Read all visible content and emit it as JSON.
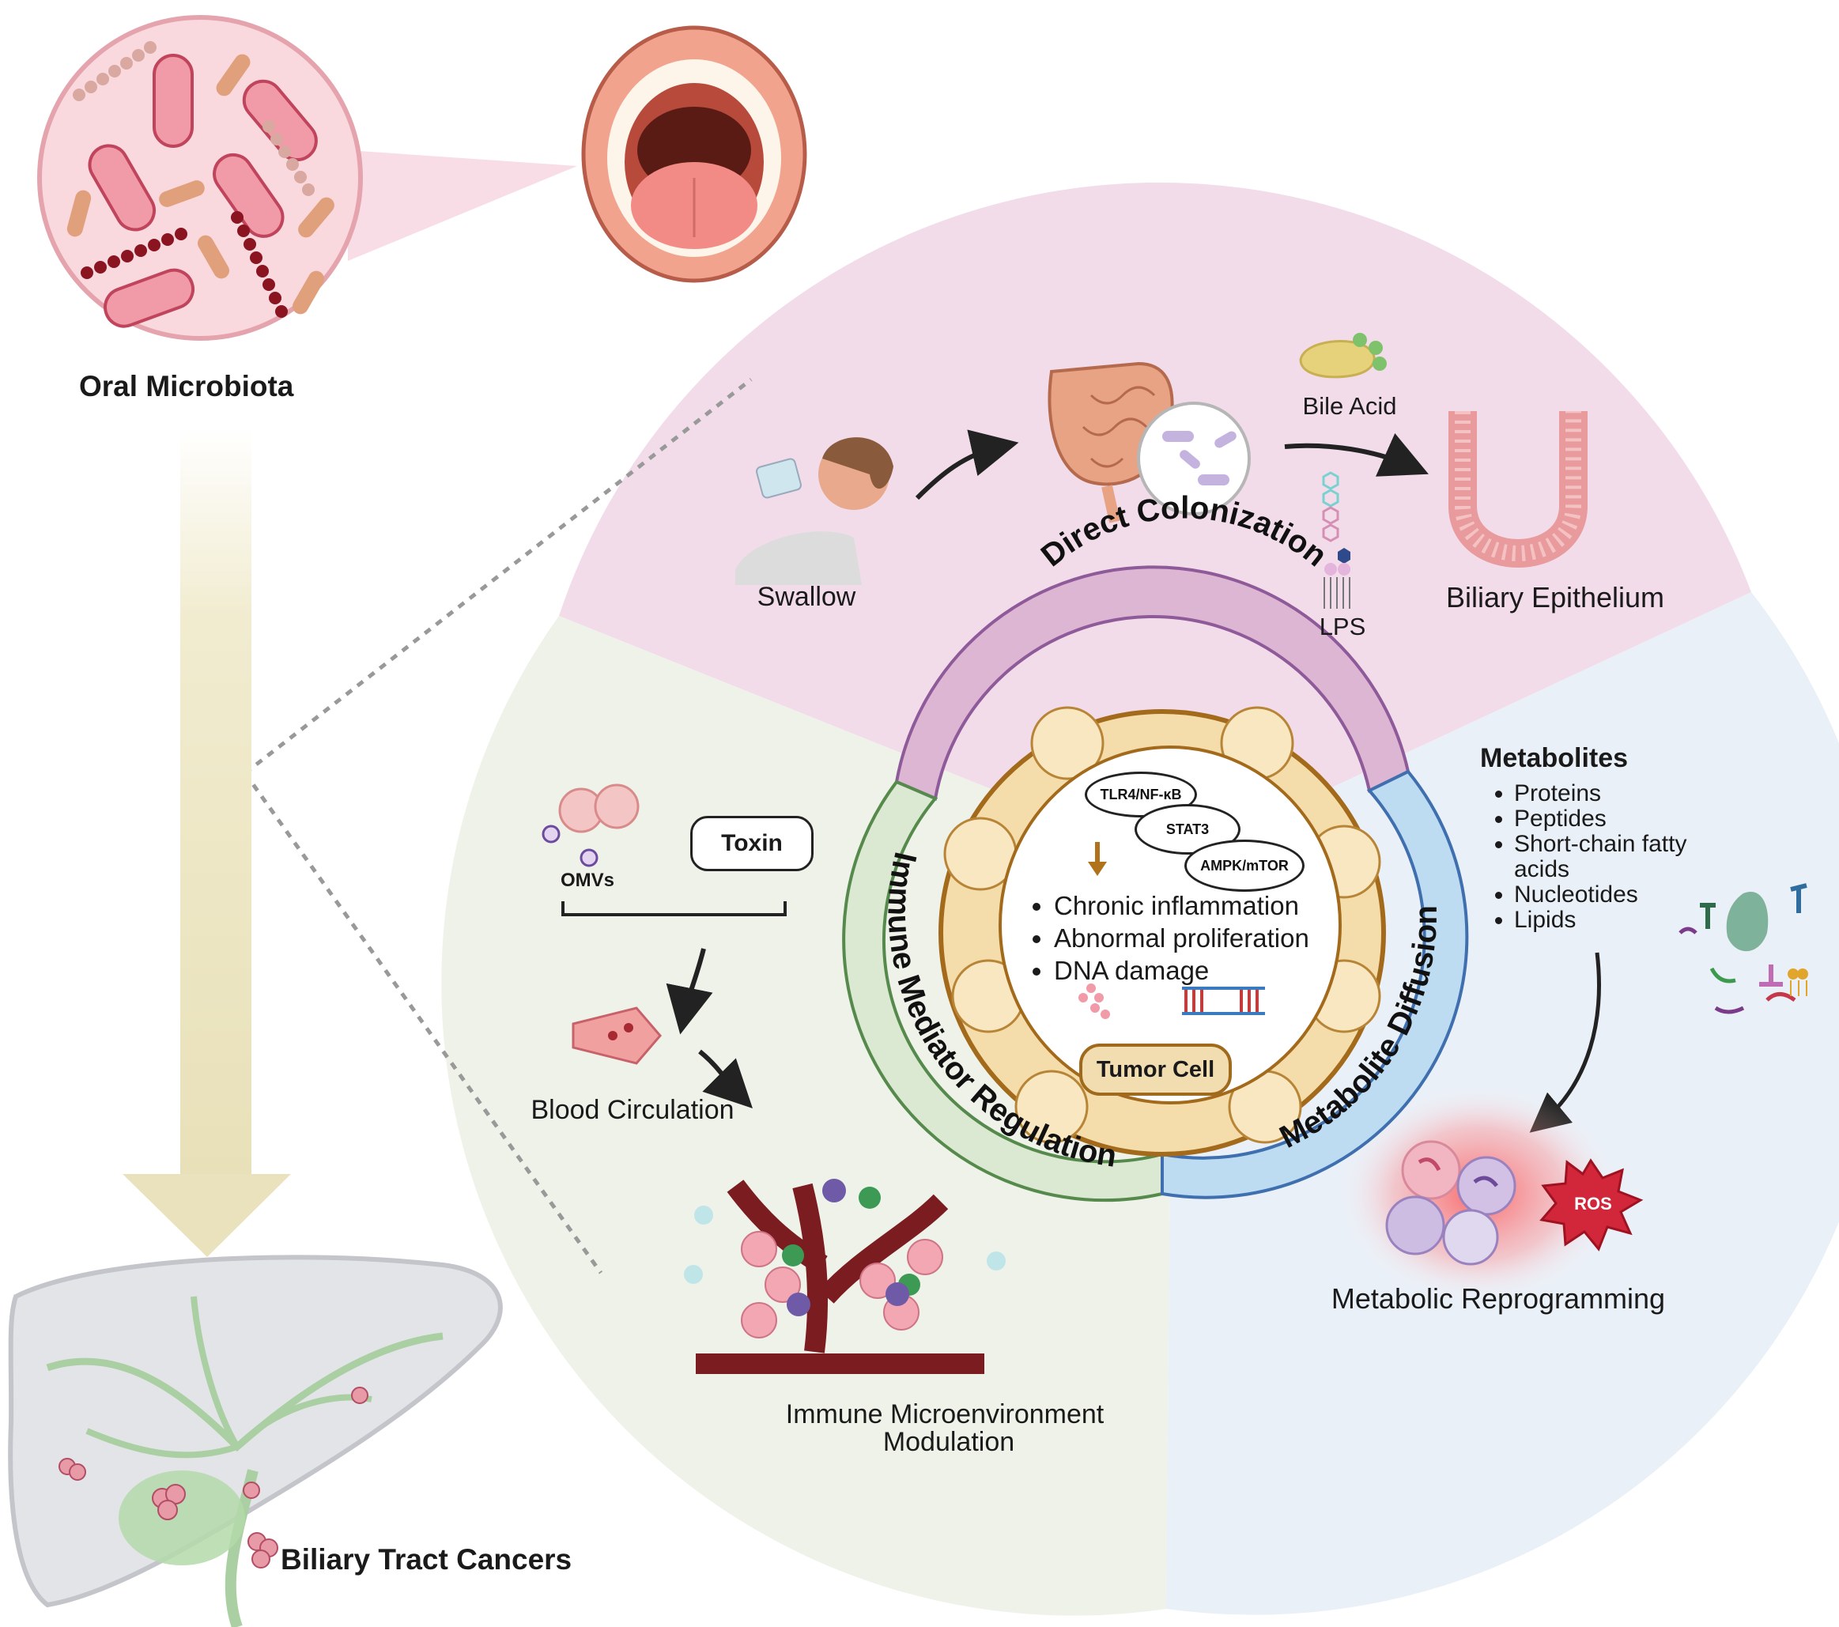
{
  "left": {
    "oral_title": "Oral Microbiota",
    "btc_title": "Biliary Tract Cancers"
  },
  "top_segment": {
    "swallow": "Swallow",
    "bile_acid": "Bile Acid",
    "lps": "LPS",
    "biliary_epithelium": "Biliary Epithelium"
  },
  "left_segment": {
    "omvs": "OMVs",
    "toxin": "Toxin",
    "blood_circulation": "Blood Circulation",
    "immune_line1": "Immune Microenvironment",
    "immune_line2": "Modulation"
  },
  "right_segment": {
    "metabolites_title": "Metabolites",
    "metabolites": [
      "Proteins",
      "Peptides",
      "Short-chain fatty",
      "acids",
      "Nucleotides",
      "Lipids"
    ],
    "ros": "ROS",
    "metabolic_reprogramming": "Metabolic Reprogramming"
  },
  "ring": {
    "direct_colonization": "Direct Colonization",
    "immune_mediator": "Immune Mediator Regulation",
    "metabolite_diffusion": "Metabolite Diffusion"
  },
  "center": {
    "pathways": [
      "TLR4/NF-κB",
      "STAT3",
      "AMPK/mTOR"
    ],
    "effects": [
      "Chronic inflammation",
      "Abnormal proliferation",
      "DNA damage"
    ],
    "tumor_cell": "Tumor Cell"
  },
  "colors": {
    "top_segment": "#f2dcea",
    "left_segment": "#eef2e9",
    "right_segment": "#eaf0f8",
    "ring_purple": "#dcb6d2",
    "ring_green": "#dbe9d3",
    "ring_blue": "#bddcf2",
    "big_arrow": "#efe9c9"
  }
}
